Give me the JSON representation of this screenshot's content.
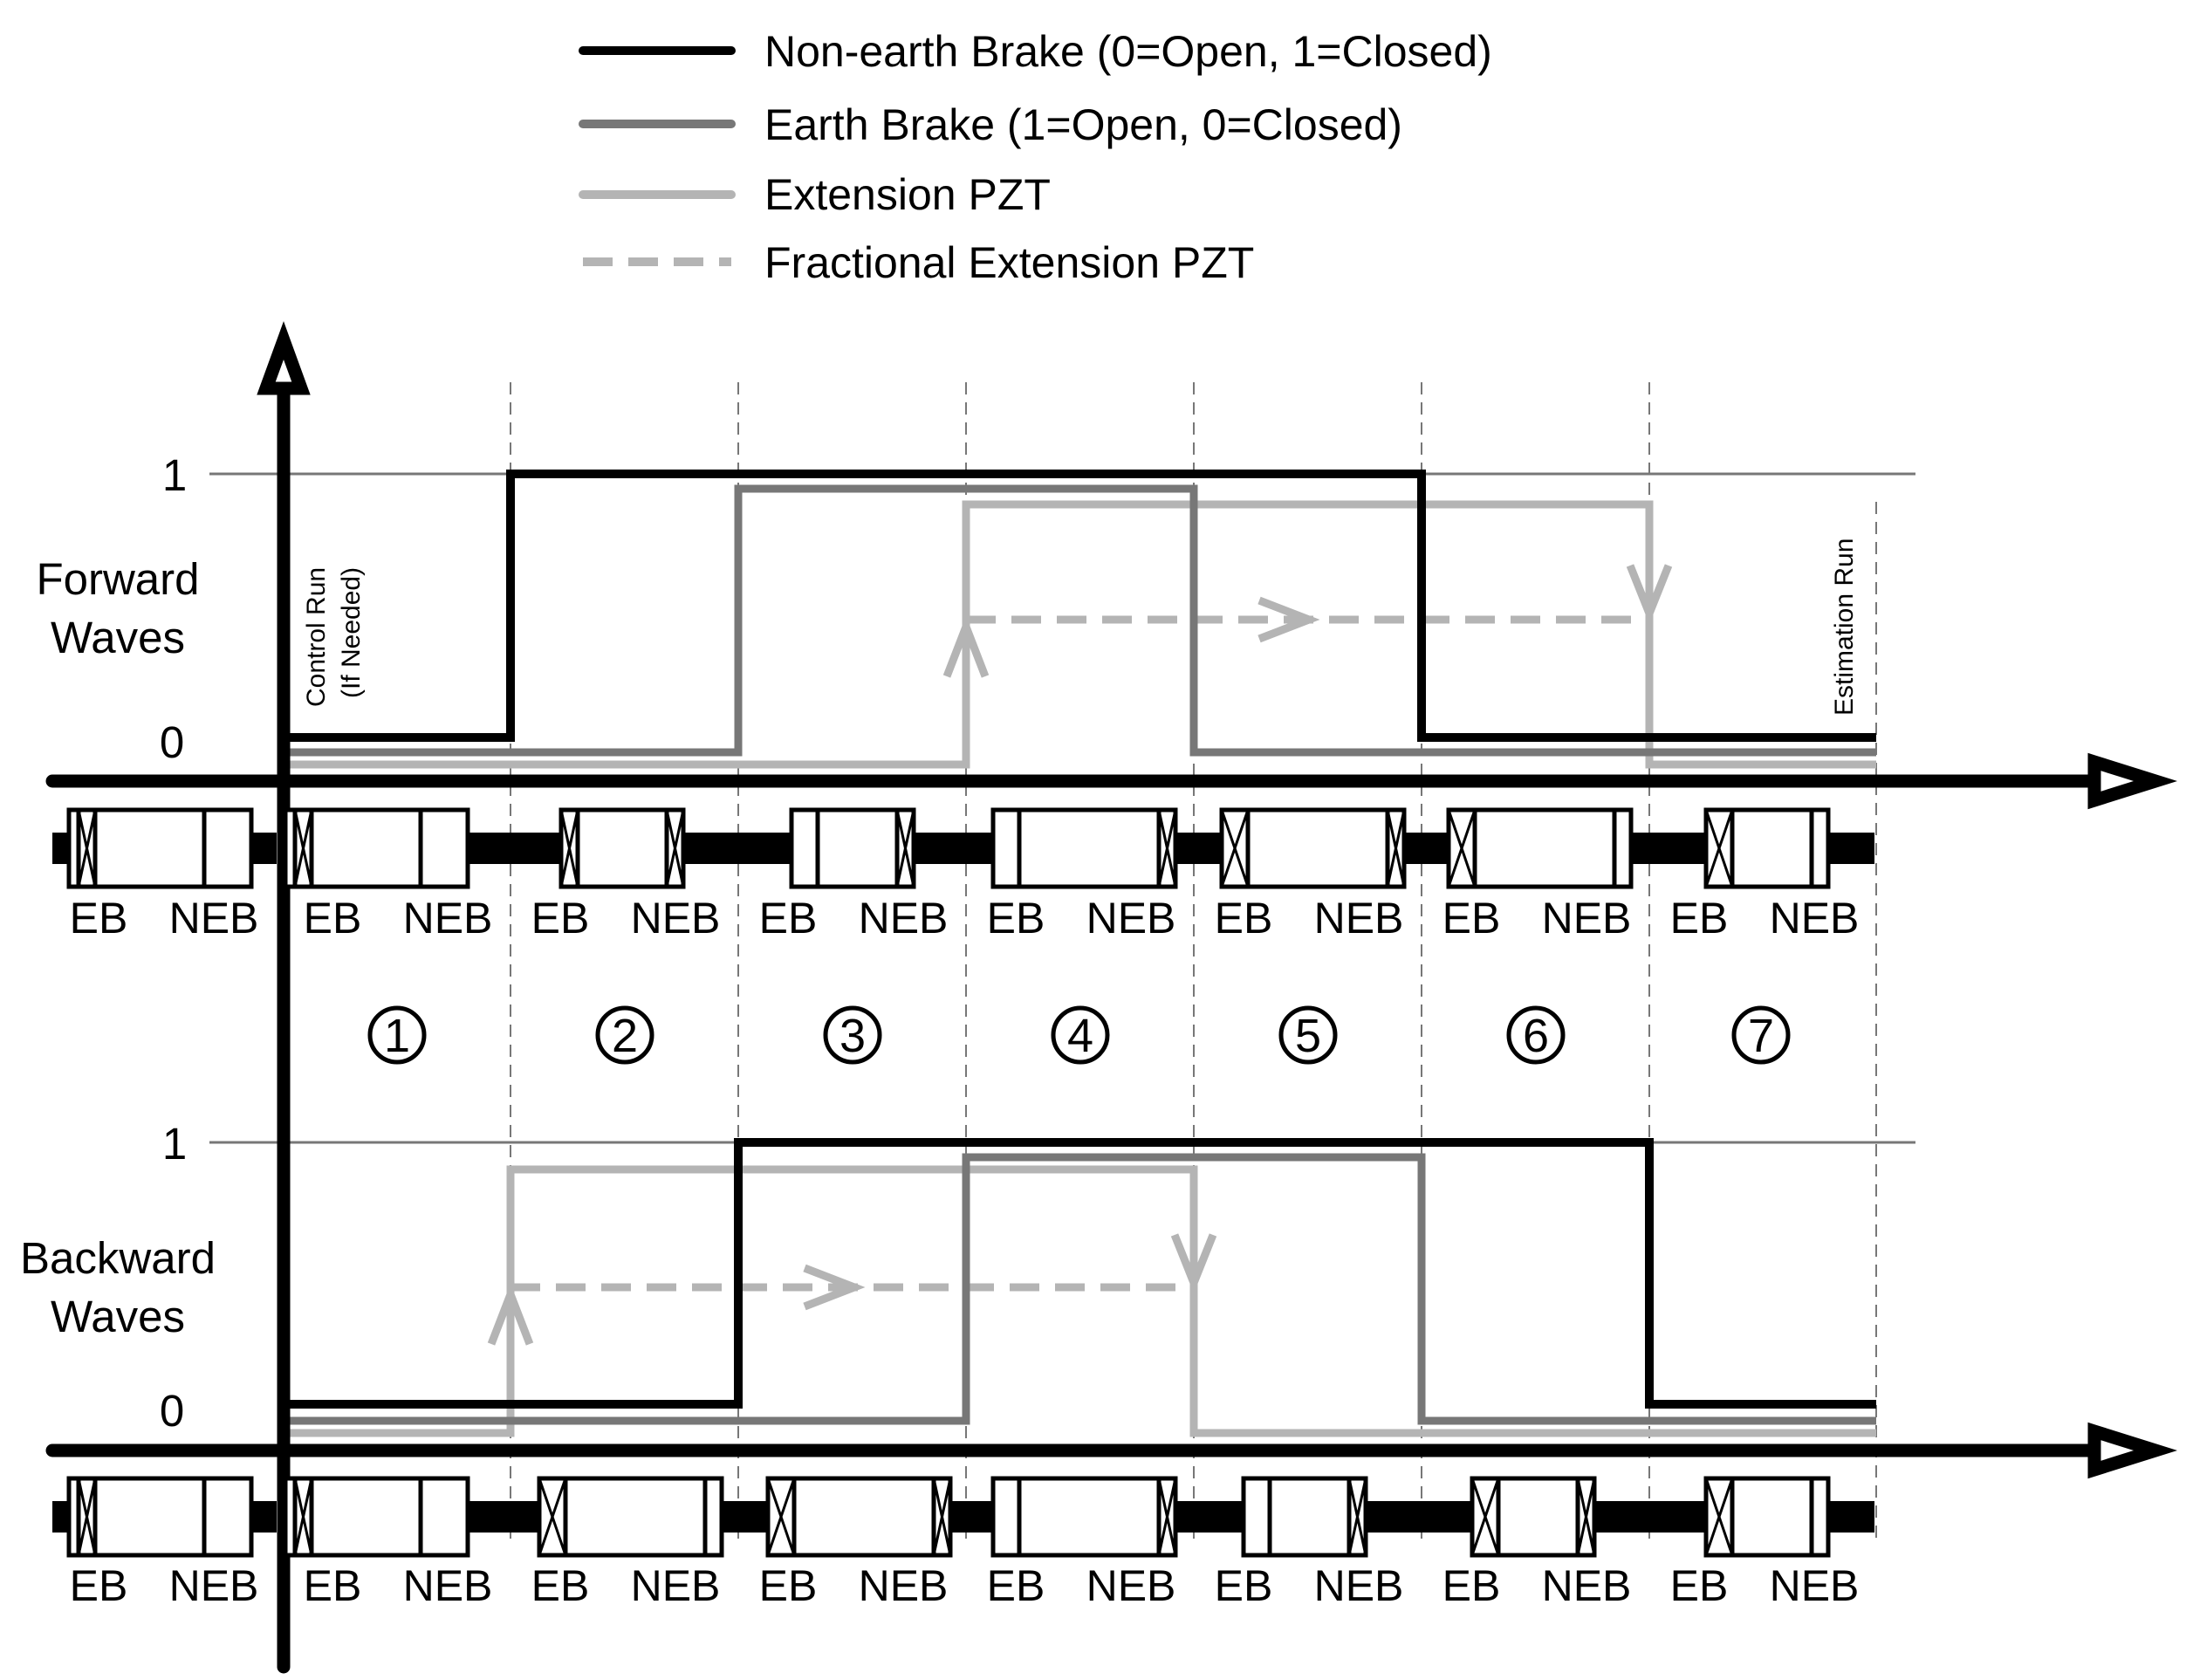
{
  "legend": [
    {
      "label": "Non-earth Brake (0=Open, 1=Closed)",
      "color": "#000000",
      "dashed": false
    },
    {
      "label": "Earth Brake (1=Open, 0=Closed)",
      "color": "#777777",
      "dashed": false
    },
    {
      "label": "Extension PZT",
      "color": "#b4b4b4",
      "dashed": false
    },
    {
      "label": "Fractional Extension PZT",
      "color": "#b4b4b4",
      "dashed": true
    }
  ],
  "forward": {
    "label_line1": "Forward",
    "label_line2": "Waves",
    "tick1": "1",
    "tick0": "0"
  },
  "backward": {
    "label_line1": "Backward",
    "label_line2": "Waves",
    "tick1": "1",
    "tick0": "0"
  },
  "annotations": {
    "control_run_1": "Control Run",
    "control_run_2": "(If Needed)",
    "estimation_run": "Estimation Run"
  },
  "actuator_labels": {
    "eb": "EB",
    "neb": "NEB"
  },
  "phases": [
    "1",
    "2",
    "3",
    "4",
    "5",
    "6",
    "7"
  ],
  "colors": {
    "neb": "#000000",
    "eb": "#777777",
    "ext": "#b4b4b4",
    "grid": "#777777"
  }
}
